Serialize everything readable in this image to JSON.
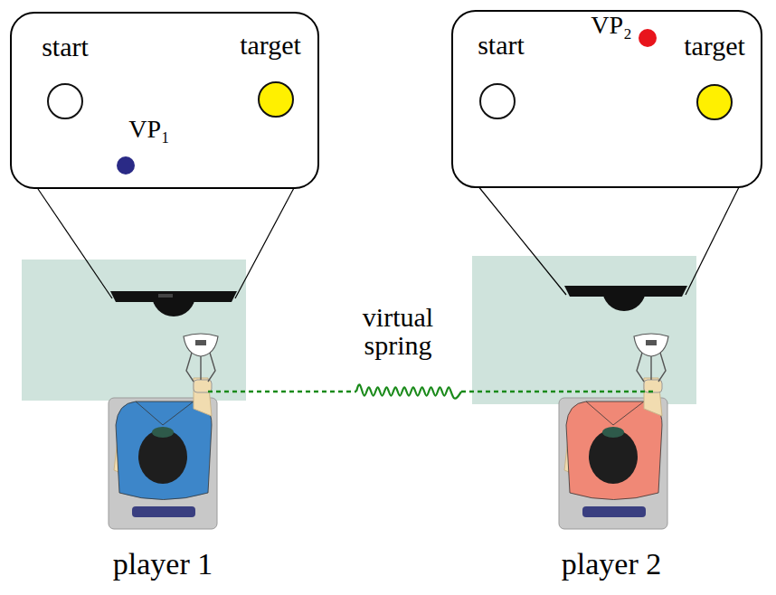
{
  "diagram": {
    "nodes": [
      {
        "text": [
          "start"
        ]
      },
      {
        "text": [
          "target"
        ]
      },
      {
        "text": [
          "VP₁"
        ]
      },
      {
        "text": [
          "start"
        ]
      },
      {
        "text": [
          "target"
        ]
      },
      {
        "text": [
          "VP₂"
        ]
      }
    ],
    "labels": [
      "virtual spring",
      "player 1",
      "player 2"
    ]
  }
}
